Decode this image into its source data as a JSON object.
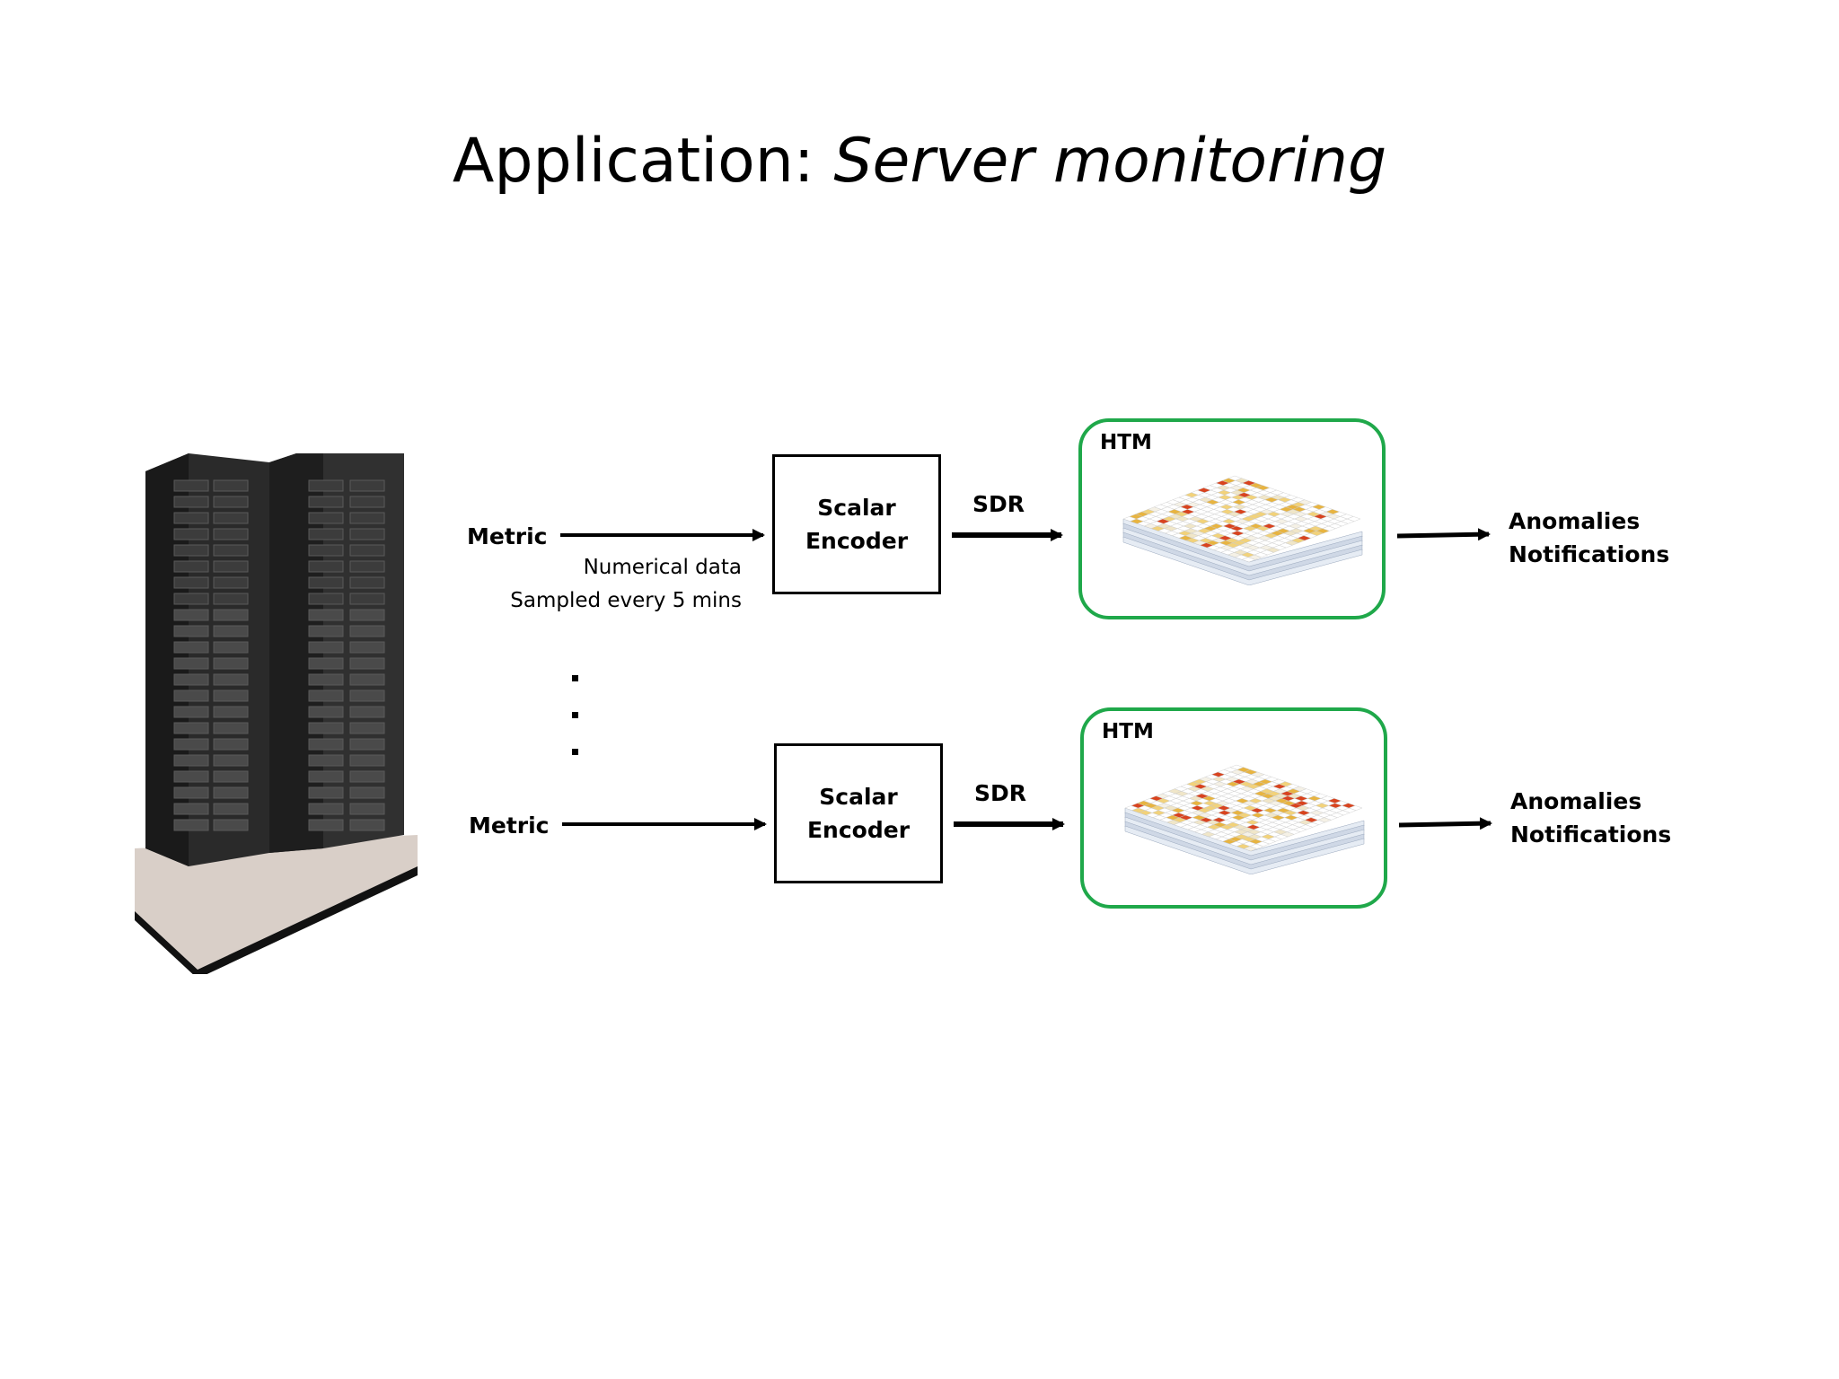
{
  "title": {
    "prefix": "Application: ",
    "emphasis": "Server monitoring"
  },
  "server_image": {
    "icon": "server-rack-icon"
  },
  "pipelines": [
    {
      "metric_label": "Metric",
      "note_line1": "Numerical data",
      "note_line2": "Sampled every 5 mins",
      "encoder_line1": "Scalar",
      "encoder_line2": "Encoder",
      "sdr_label": "SDR",
      "htm_label": "HTM",
      "output_line1": "Anomalies",
      "output_line2": "Notifications"
    },
    {
      "metric_label": "Metric",
      "encoder_line1": "Scalar",
      "encoder_line2": "Encoder",
      "sdr_label": "SDR",
      "htm_label": "HTM",
      "output_line1": "Anomalies",
      "output_line2": "Notifications"
    }
  ],
  "colors": {
    "htm_border": "#1fa84a",
    "arrow": "#000000"
  }
}
